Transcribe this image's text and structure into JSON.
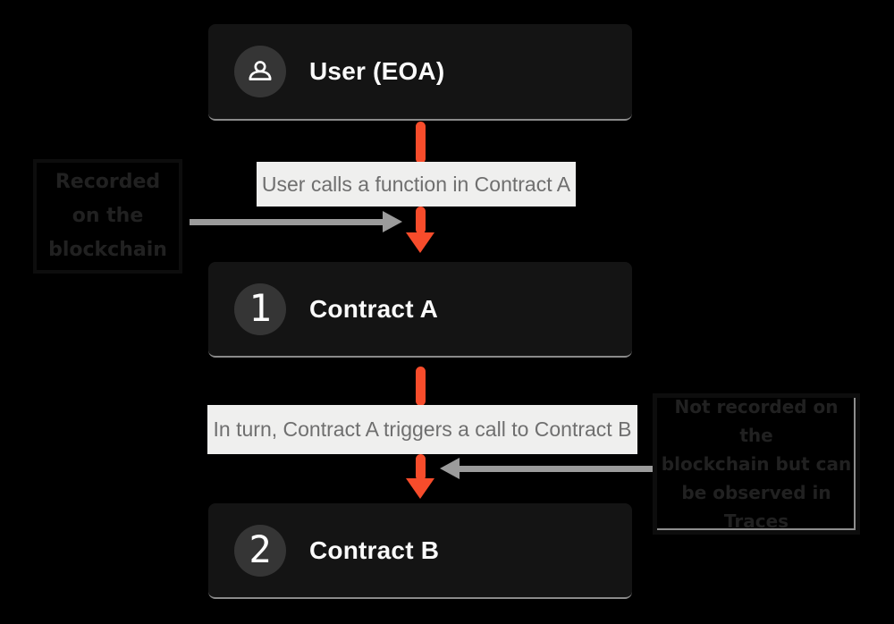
{
  "diagram": {
    "title_semantic": "contract-call-flow",
    "background": "#000000",
    "nodes": [
      {
        "title": "User (EOA)",
        "badge_icon": "user-icon"
      },
      {
        "title": "Contract A",
        "badge": "1"
      },
      {
        "title": "Contract B",
        "badge": "2"
      }
    ],
    "flow_labels": [
      "User calls a function in Contract A",
      "In turn, Contract A triggers a call to Contract B"
    ],
    "annotations": {
      "left": "Recorded\non the\nblockchain",
      "right": "Not recorded on the\nblockchain but can\nbe observed in\nTraces"
    },
    "colors": {
      "node_bg": "#141414",
      "node_bottom_line": "#8a8a8a",
      "badge_bg": "#353535",
      "node_text": "#fafafa",
      "label_bg": "#efefee",
      "label_text": "#6f6f6f",
      "flow_arrow_orange": "#f74c2b",
      "note_arrow_gray": "#9b9b9b",
      "annotation_text": "#212121",
      "annotation_border": "#0d0d0d"
    }
  }
}
